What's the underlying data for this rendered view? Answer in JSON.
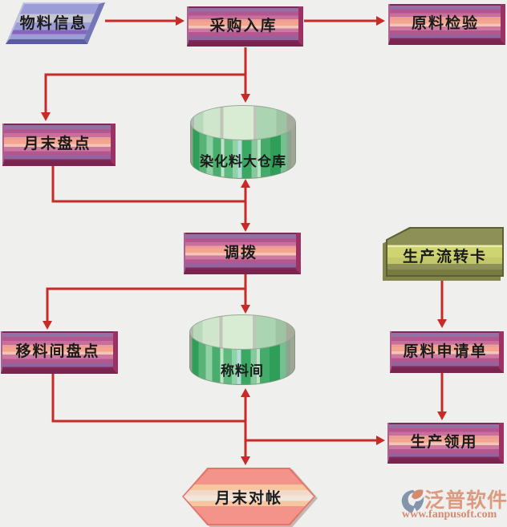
{
  "diagram": {
    "background_color": "#efefed",
    "arrow_color": "#c62b28",
    "nodes": {
      "material_info": {
        "label": "物料信息",
        "type": "parallelogram",
        "color": "#9c9dd7"
      },
      "purchase_inbound": {
        "label": "采购入库",
        "type": "process",
        "color": "#c96f9d"
      },
      "raw_material_inspection": {
        "label": "原料检验",
        "type": "process",
        "color": "#c96f9d"
      },
      "month_end_inventory": {
        "label": "月末盘点",
        "type": "process",
        "color": "#c96f9d"
      },
      "dye_chemical_warehouse": {
        "label": "染化料大仓库",
        "type": "cylinder",
        "color": "#3aa863"
      },
      "transfer": {
        "label": "调拨",
        "type": "process",
        "color": "#c96f9d"
      },
      "production_flow_card": {
        "label": "生产流转卡",
        "type": "card",
        "color": "#ced470"
      },
      "material_room_inventory": {
        "label": "移料间盘点",
        "type": "process",
        "color": "#c96f9d"
      },
      "weighing_room": {
        "label": "称料间",
        "type": "cylinder",
        "color": "#3aa863"
      },
      "raw_material_request": {
        "label": "原料申请单",
        "type": "process",
        "color": "#c96f9d"
      },
      "production_requisition": {
        "label": "生产领用",
        "type": "process",
        "color": "#c96f9d"
      },
      "month_end_reconciliation": {
        "label": "月末对帐",
        "type": "hexagon",
        "color": "#f4938a"
      }
    },
    "edges": [
      {
        "from": "material_info",
        "to": "purchase_inbound"
      },
      {
        "from": "purchase_inbound",
        "to": "raw_material_inspection"
      },
      {
        "from": "purchase_inbound",
        "to": "month_end_inventory"
      },
      {
        "from": "purchase_inbound",
        "to": "dye_chemical_warehouse"
      },
      {
        "from": "month_end_inventory",
        "to": "dye_chemical_warehouse"
      },
      {
        "from": "month_end_inventory",
        "to": "transfer"
      },
      {
        "from": "transfer",
        "to": "material_room_inventory"
      },
      {
        "from": "transfer",
        "to": "weighing_room"
      },
      {
        "from": "material_room_inventory",
        "to": "weighing_room"
      },
      {
        "from": "material_room_inventory",
        "to": "production_requisition"
      },
      {
        "from": "material_room_inventory",
        "to": "month_end_reconciliation"
      },
      {
        "from": "production_flow_card",
        "to": "raw_material_request"
      },
      {
        "from": "raw_material_request",
        "to": "production_requisition"
      }
    ],
    "watermark": {
      "brand": "泛普软件",
      "url": "www.fanpusoft.com"
    }
  }
}
